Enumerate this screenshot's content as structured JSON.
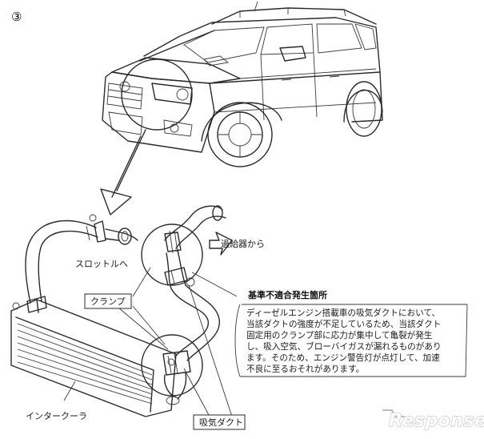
{
  "figure": {
    "step_marker": "③",
    "title": "基準不適合発生箇所",
    "description_lines": [
      "ディーゼルエンジン搭載車の吸気ダクトにおいて、",
      "当該ダクトの強度が不足しているため、当該ダクト",
      "固定用のクランプ部に応力が集中して亀裂が発生",
      "し、吸入空気、ブローバイガスが漏れるものがあり",
      "ます。そのため、エンジン警告灯が点灯して、加速",
      "不良に至るおそれがあります。"
    ],
    "labels": {
      "throttle": "スロットルへ",
      "turbo": "過給器から",
      "clamp": "クランプ",
      "intercooler": "インタークーラ",
      "intake_duct": "吸気ダクト"
    },
    "watermark": "Response."
  }
}
